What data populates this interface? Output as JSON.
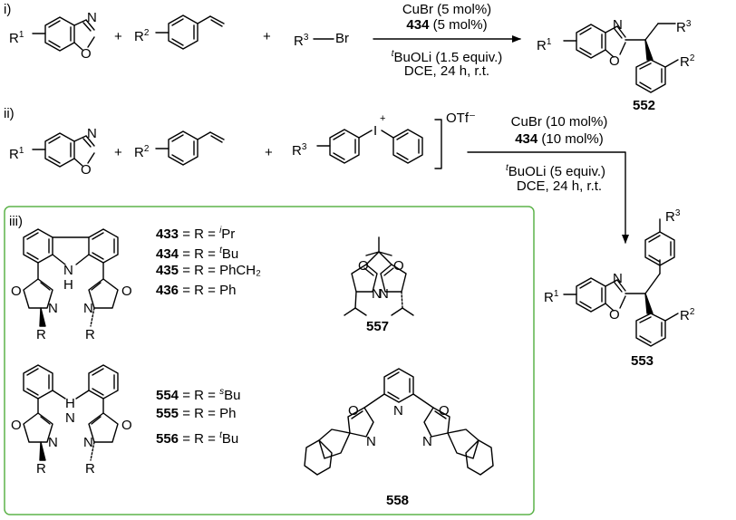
{
  "colors": {
    "ink": "#000000",
    "box_border": "#5db34a",
    "background": "#ffffff"
  },
  "section_i": {
    "label": "i)",
    "plus_1": "+",
    "plus_2": "+",
    "r3_br_label": "R³—Br",
    "cond_line1": "CuBr (5 mol%)",
    "cond_line2_num": "434",
    "cond_line2_text": " (5 mol%)",
    "cond_line3_sup": "t",
    "cond_line3_text": "BuOLi (1.5 equiv.)",
    "cond_line4": "DCE, 24 h, r.t.",
    "product_number": "552"
  },
  "section_ii": {
    "label": "ii)",
    "plus_1": "+",
    "plus_2": "+",
    "counterion": "OTf⁻",
    "cond_line1": "CuBr (10 mol%)",
    "cond_line2_num": "434",
    "cond_line2_text": " (10 mol%)",
    "cond_line3_sup": "t",
    "cond_line3_text": "BuOLi (5 equiv.)",
    "cond_line4": "DCE, 24 h, r.t.",
    "product_number": "553"
  },
  "section_iii": {
    "label": "iii)",
    "ligands_a": [
      {
        "num": "433",
        "eq": " = R = ",
        "sup": "i",
        "sub_text": "Pr"
      },
      {
        "num": "434",
        "eq": " = R = ",
        "sup": "t",
        "sub_text": "Bu"
      },
      {
        "num": "435",
        "eq": " = R = ",
        "sup": "",
        "sub_text": "PhCH₂"
      },
      {
        "num": "436",
        "eq": " = R = ",
        "sup": "",
        "sub_text": "Ph"
      }
    ],
    "ligands_b": [
      {
        "num": "554",
        "eq": " = R = ",
        "sup": "s",
        "sub_text": "Bu"
      },
      {
        "num": "555",
        "eq": " = R = ",
        "sup": "",
        "sub_text": "Ph"
      },
      {
        "num": "556",
        "eq": " = R = ",
        "sup": "t",
        "sub_text": "Bu"
      }
    ],
    "ligand_557": "557",
    "ligand_558": "558"
  },
  "atoms": {
    "N": "N",
    "O": "O",
    "I": "I",
    "H": "H",
    "NH_N": "N",
    "NH_H": "H",
    "R": "R",
    "R1": "R",
    "R1_sup": "1",
    "R2": "R",
    "R2_sup": "2",
    "R3": "R",
    "R3_sup": "3",
    "plus_charge": "+"
  }
}
